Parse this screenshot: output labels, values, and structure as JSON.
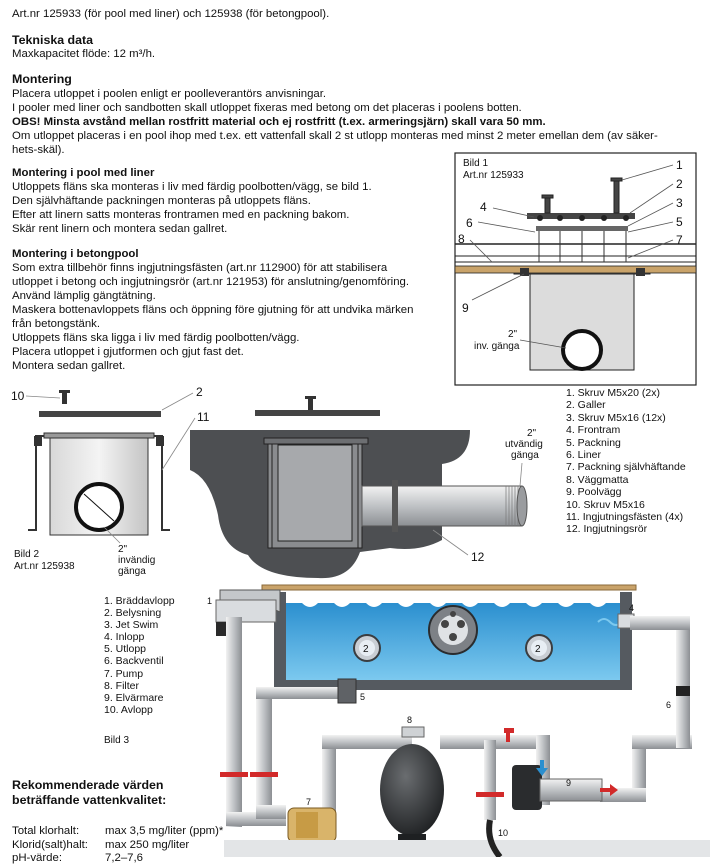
{
  "header_line": "Art.nr 125933 (för pool med liner) och 125938 (för betongpool).",
  "tech": {
    "heading": "Tekniska data",
    "capacity": "Maxkapacitet flöde: 12 m³/h."
  },
  "mounting": {
    "heading": "Montering",
    "lines": [
      "Placera utloppet i poolen enligt er poolleverantörs anvisningar.",
      "I pooler med liner och sandbotten skall utloppet fixeras med betong om det placeras i poolens botten."
    ],
    "warning": "OBS! Minsta avstånd mellan rostfritt material och ej rostfritt (t.ex. armeringsjärn) skall vara 50 mm.",
    "waterfall_lines": [
      "Om utloppet placeras i en pool ihop med t.ex. ett vattenfall skall 2 st utlopp monteras med minst 2 meter emellan dem (av säker-",
      "hets-skäl)."
    ]
  },
  "liner_pool": {
    "heading": "Montering i pool med liner",
    "lines": [
      "Utloppets fläns ska monteras i liv med färdig poolbotten/vägg, se bild 1.",
      "Den självhäftande packningen monteras på utloppets fläns.",
      "Efter att linern satts monteras frontramen med en packning bakom.",
      "Skär rent linern och montera sedan gallret."
    ]
  },
  "concrete_pool": {
    "heading": "Montering i betongpool",
    "lines": [
      "Som extra tillbehör finns ingjutningsfästen (art.nr 112900) för att stabilisera",
      "utloppet i betong och ingjutningsrör (art.nr 121953) för anslutning/genomföring.",
      "Använd lämplig gängtätning.",
      "Maskera bottenavloppets fläns och öppning före gjutning för att undvika märken",
      "från betongstänk.",
      "Utloppets fläns ska ligga i liv med färdig poolbotten/vägg.",
      "Placera utloppet i gjutformen och gjut fast det.",
      "Montera sedan gallret."
    ]
  },
  "figure1": {
    "title": "Bild 1",
    "artnr": "Art.nr 125933",
    "callouts": [
      "1",
      "2",
      "3",
      "4",
      "5",
      "6",
      "7",
      "8",
      "9"
    ],
    "thread_label": [
      "2\"",
      "inv. gänga"
    ]
  },
  "parts_legend": [
    "1.  Skruv M5x20 (2x)",
    "2.  Galler",
    "3.  Skruv M5x16 (12x)",
    "4.  Frontram",
    "5.  Packning",
    "6.  Liner",
    "7.  Packning självhäftande",
    "8.  Väggmatta",
    "9.  Poolvägg",
    "10. Skruv M5x16",
    "11.  Ingjutningsfästen (4x)",
    "12.  Ingjutningsrör"
  ],
  "figure2": {
    "title": "Bild 2",
    "artnr": "Art.nr 125938",
    "callouts": [
      "10",
      "2",
      "11"
    ],
    "thread_label": [
      "2\"",
      "invändig",
      "gänga"
    ]
  },
  "pipe_figure": {
    "thread_label": [
      "2\"",
      "utvändig",
      "gänga"
    ],
    "callout": "12"
  },
  "figure3": {
    "title": "Bild 3",
    "legend": [
      "1.  Bräddavlopp",
      "2.  Belysning",
      "3.  Jet Swim",
      "4.  Inlopp",
      "5.  Utlopp",
      "6.  Backventil",
      "7.  Pump",
      "8.  Filter",
      "9.  Elvärmare",
      "10.  Avlopp"
    ],
    "callouts": [
      "1",
      "2",
      "2",
      "4",
      "5",
      "6",
      "7",
      "8",
      "9",
      "10"
    ]
  },
  "water_quality": {
    "heading_lines": [
      "Rekommenderade värden",
      "beträffande vattenkvalitet:"
    ],
    "rows": [
      {
        "label": "Total klorhalt:",
        "value": "max 3,5 mg/liter (ppm)*"
      },
      {
        "label": "Klorid(salt)halt:",
        "value": "max 250 mg/liter"
      },
      {
        "label": "pH-värde:",
        "value": "7,2–7,6"
      }
    ]
  },
  "colors": {
    "water": "#3fa7dc",
    "pool_wall": "#555a60",
    "pipe": "#c9ccd0",
    "valve": "#d22a2a",
    "deck": "#c9a36a"
  }
}
